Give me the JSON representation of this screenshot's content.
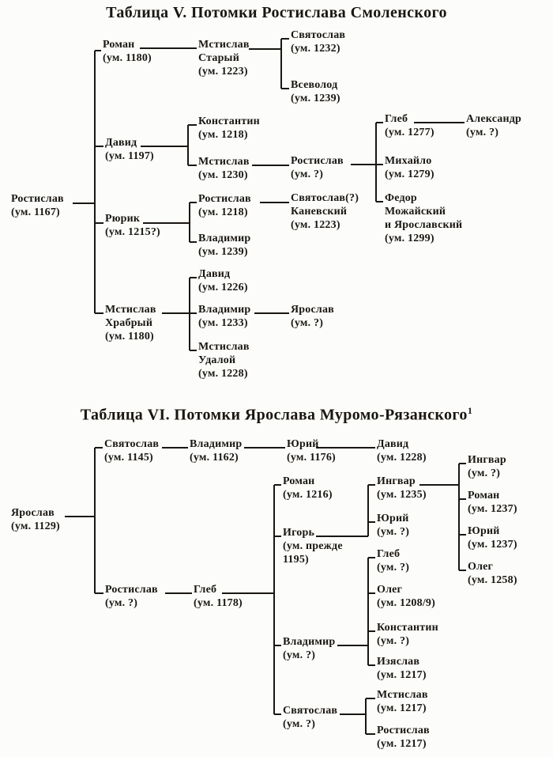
{
  "table5": {
    "title": "Таблица V. Потомки Ростислава Смоленского",
    "nodes": {
      "rostislav_1167": {
        "text": "Ростислав\n(ум. 1167)"
      },
      "roman_1180": {
        "text": "Роман\n(ум. 1180)"
      },
      "david_1197": {
        "text": "Давид\n(ум. 1197)"
      },
      "ryurik_1215": {
        "text": "Рюрик\n(ум. 1215?)"
      },
      "mstislav_hrabry_1180": {
        "text": "Мстислав\nХрабрый\n(ум. 1180)"
      },
      "mstislav_stary_1223": {
        "text": "Мстислав\nСтарый\n(ум. 1223)"
      },
      "svyatoslav_1232": {
        "text": "Святослав\n(ум. 1232)"
      },
      "vsevolod_1239": {
        "text": "Всеволод\n(ум. 1239)"
      },
      "konstantin_1218": {
        "text": "Константин\n(ум. 1218)"
      },
      "mstislav_1230": {
        "text": "Мстислав\n(ум. 1230)"
      },
      "rostislav_unk": {
        "text": "Ростислав\n(ум. ?)"
      },
      "gleb_1277": {
        "text": "Глеб\n(ум. 1277)"
      },
      "aleksandr_unk": {
        "text": "Александр\n(ум. ?)"
      },
      "mikhailo_1279": {
        "text": "Михайло\n(ум. 1279)"
      },
      "fedor_1299": {
        "text": "Федор\nМожайский\nи Ярославский\n(ум. 1299)"
      },
      "rostislav_1218": {
        "text": "Ростислав\n(ум. 1218)"
      },
      "svyatoslav_kanevsky_1223": {
        "text": "Святослав(?)\nКаневский\n(ум. 1223)"
      },
      "vladimir_1239": {
        "text": "Владимир\n(ум. 1239)"
      },
      "david_1226": {
        "text": "Давид\n(ум. 1226)"
      },
      "vladimir_1233": {
        "text": "Владимир\n(ум. 1233)"
      },
      "yaroslav_unk": {
        "text": "Ярослав\n(ум. ?)"
      },
      "mstislav_udaloy_1228": {
        "text": "Мстислав\nУдалой\n(ум. 1228)"
      }
    },
    "edges": [
      {
        "parent": "rostislav_1167",
        "children": [
          "roman_1180",
          "david_1197",
          "ryurik_1215",
          "mstislav_hrabry_1180"
        ]
      },
      {
        "parent": "roman_1180",
        "children": [
          "mstislav_stary_1223"
        ]
      },
      {
        "parent": "mstislav_stary_1223",
        "children": [
          "svyatoslav_1232",
          "vsevolod_1239"
        ]
      },
      {
        "parent": "david_1197",
        "children": [
          "konstantin_1218",
          "mstislav_1230"
        ]
      },
      {
        "parent": "mstislav_1230",
        "children": [
          "rostislav_unk"
        ]
      },
      {
        "parent": "rostislav_unk",
        "children": [
          "gleb_1277",
          "mikhailo_1279",
          "fedor_1299"
        ]
      },
      {
        "parent": "gleb_1277",
        "children": [
          "aleksandr_unk"
        ]
      },
      {
        "parent": "ryurik_1215",
        "children": [
          "rostislav_1218",
          "vladimir_1239"
        ]
      },
      {
        "parent": "rostislav_1218",
        "children": [
          "svyatoslav_kanevsky_1223"
        ]
      },
      {
        "parent": "mstislav_hrabry_1180",
        "children": [
          "david_1226",
          "vladimir_1233",
          "mstislav_udaloy_1228"
        ]
      },
      {
        "parent": "vladimir_1233",
        "children": [
          "yaroslav_unk"
        ]
      }
    ]
  },
  "table6": {
    "title": "Таблица VI. Потомки Ярослава Муромо-Рязанского",
    "footnote_mark": "1",
    "nodes": {
      "yaroslav_1129": {
        "text": "Ярослав\n(ум. 1129)"
      },
      "svyatoslav_1145": {
        "text": "Святослав\n(ум. 1145)"
      },
      "vladimir_1162": {
        "text": "Владимир\n(ум. 1162)"
      },
      "yuri_1176": {
        "text": "Юрий\n(ум. 1176)"
      },
      "david_1228": {
        "text": "Давид\n(ум. 1228)"
      },
      "rostislav_unk": {
        "text": "Ростислав\n(ум. ?)"
      },
      "gleb_1178": {
        "text": "Глеб\n(ум. 1178)"
      },
      "roman_1216": {
        "text": "Роман\n(ум. 1216)"
      },
      "igor_1195": {
        "text": "Игорь\n(ум. прежде\n1195)"
      },
      "vladimir_unk": {
        "text": "Владимир\n(ум. ?)"
      },
      "svyatoslav_unk": {
        "text": "Святослав\n(ум. ?)"
      },
      "ingvar_1235": {
        "text": "Ингвар\n(ум. 1235)"
      },
      "yuri_unk": {
        "text": "Юрий\n(ум. ?)"
      },
      "ingvar_unk": {
        "text": "Ингвар\n(ум. ?)"
      },
      "roman_1237": {
        "text": "Роман\n(ум. 1237)"
      },
      "yuri_1237": {
        "text": "Юрий\n(ум. 1237)"
      },
      "oleg_1258": {
        "text": "Олег\n(ум. 1258)"
      },
      "gleb_unk": {
        "text": "Глеб\n(ум. ?)"
      },
      "oleg_1208": {
        "text": "Олег\n(ум. 1208/9)"
      },
      "konstantin_unk": {
        "text": "Константин\n(ум. ?)"
      },
      "izyaslav_1217": {
        "text": "Изяслав\n(ум. 1217)"
      },
      "mstislav_1217": {
        "text": "Мстислав\n(ум. 1217)"
      },
      "rostislav_1217": {
        "text": "Ростислав\n(ум. 1217)"
      }
    },
    "edges": [
      {
        "parent": "yaroslav_1129",
        "children": [
          "svyatoslav_1145",
          "rostislav_unk"
        ]
      },
      {
        "parent": "svyatoslav_1145",
        "children": [
          "vladimir_1162"
        ]
      },
      {
        "parent": "vladimir_1162",
        "children": [
          "yuri_1176"
        ]
      },
      {
        "parent": "yuri_1176",
        "children": [
          "david_1228"
        ]
      },
      {
        "parent": "rostislav_unk",
        "children": [
          "gleb_1178"
        ]
      },
      {
        "parent": "gleb_1178",
        "children": [
          "roman_1216",
          "igor_1195",
          "vladimir_unk",
          "svyatoslav_unk"
        ]
      },
      {
        "parent": "igor_1195",
        "children": [
          "ingvar_1235",
          "yuri_unk"
        ]
      },
      {
        "parent": "ingvar_1235",
        "children": [
          "ingvar_unk",
          "roman_1237",
          "yuri_1237",
          "oleg_1258"
        ]
      },
      {
        "parent": "vladimir_unk",
        "children": [
          "gleb_unk",
          "oleg_1208",
          "konstantin_unk",
          "izyaslav_1217"
        ]
      },
      {
        "parent": "svyatoslav_unk",
        "children": [
          "mstislav_1217",
          "rostislav_1217"
        ]
      }
    ]
  }
}
